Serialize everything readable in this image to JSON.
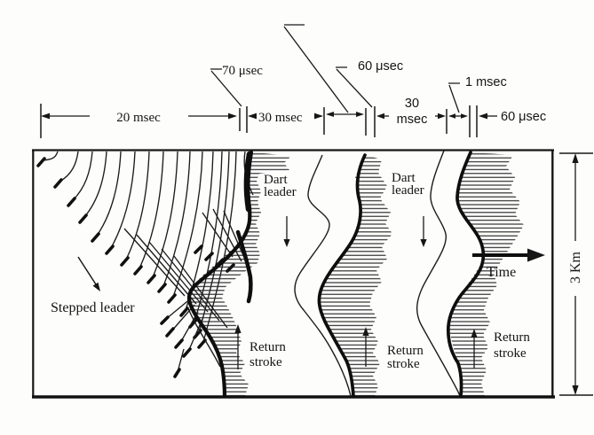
{
  "timeline": {
    "span_20ms": "20 msec",
    "gap_70us": "70 μsec",
    "span_30ms_1": "30 msec",
    "gap_60us_1": "60 μsec",
    "span_30ms_2_line1": "30",
    "span_30ms_2_line2": "msec",
    "gap_1ms": "1 msec",
    "gap_60us_2": "60 μsec"
  },
  "labels": {
    "stepped_leader": "Stepped leader",
    "dart_leader_1": {
      "line1": "Dart",
      "line2": "leader"
    },
    "dart_leader_2": {
      "line1": "Dart",
      "line2": "leader"
    },
    "return_stroke_1": {
      "line1": "Return",
      "line2": "stroke"
    },
    "return_stroke_2": {
      "line1": "Return",
      "line2": "stroke"
    },
    "return_stroke_3": {
      "line1": "Return",
      "line2": "stroke"
    },
    "time": "Time",
    "height": "3 Km"
  },
  "colors": {
    "ink": "#161616",
    "background": "#fdfdfc"
  }
}
